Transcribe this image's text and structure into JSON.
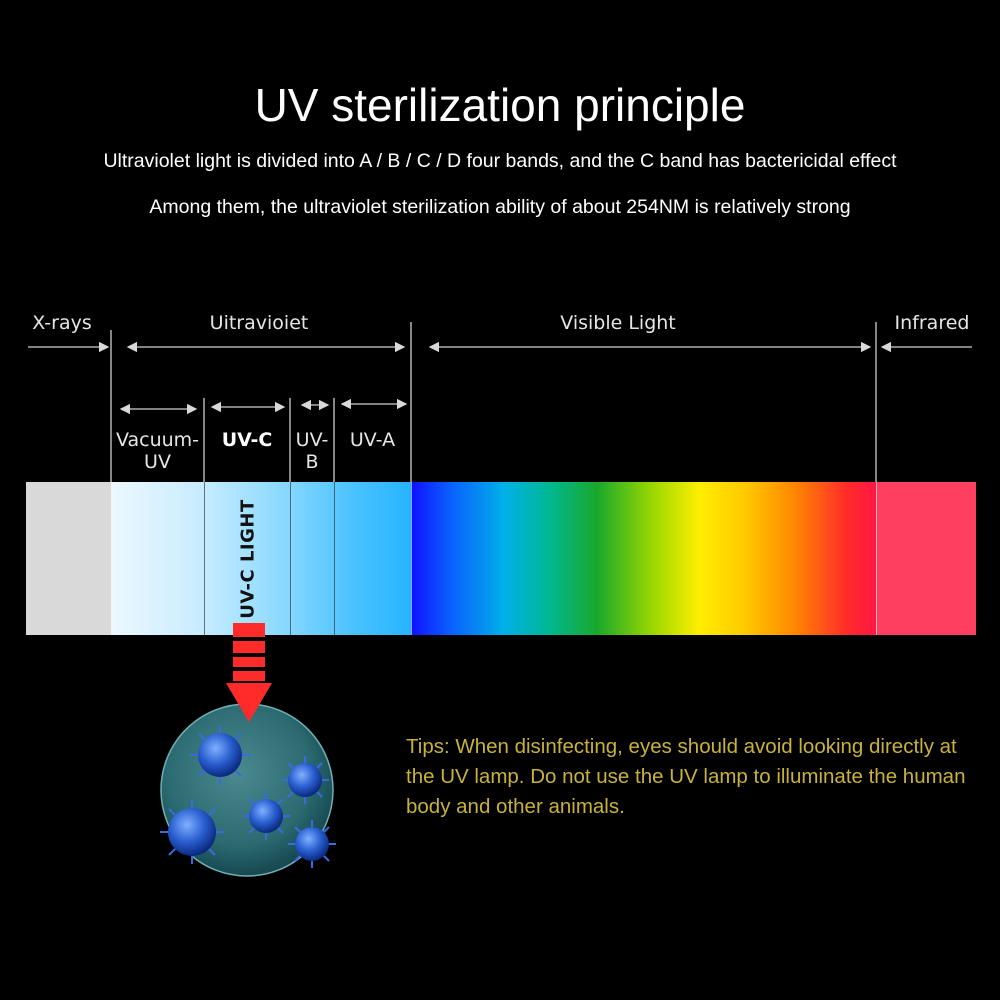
{
  "title": "UV sterilization principle",
  "subtitle_1": "Ultraviolet light is divided into A / B / C / D four bands, and the C band has bactericidal effect",
  "subtitle_2": "Among them, the ultraviolet sterilization ability of about 254NM is relatively strong",
  "spectrum": {
    "xrays": "X-rays",
    "ultraviolet": "Uitravioiet",
    "visible": "Visible Light",
    "infrared": "Infrared",
    "vacuum_uv": "Vacuum-UV",
    "vacuum_uv_line1": "Vacuum-",
    "vacuum_uv_line2": "UV",
    "uvc": "UV-C",
    "uvb_line1": "UV-",
    "uvb_line2": "B",
    "uva": "UV-A",
    "uvc_light": "UV-C LIGHT"
  },
  "colors": {
    "xray_band": "#d9d9d9",
    "infrared_band": "#ff3f5f",
    "arrow": "#ff2b2b",
    "tips_text": "#c8b23a",
    "virus": "#2a5fd0"
  },
  "icons": [
    "down-arrow-icon",
    "virus-sphere-icon"
  ],
  "tips": "Tips: When disinfecting, eyes should avoid looking directly at the UV lamp. Do not use the UV lamp to illuminate the human body and other animals."
}
